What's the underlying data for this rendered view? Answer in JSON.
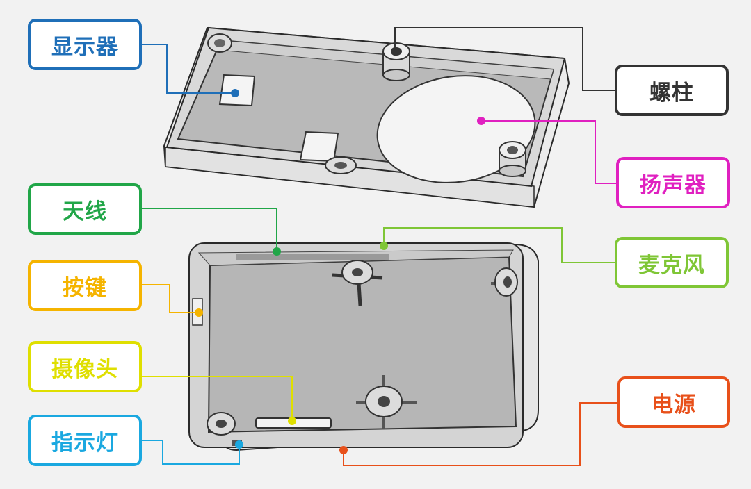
{
  "labels": {
    "display": {
      "text": "显示器",
      "color": "#1f6fb8"
    },
    "screw_post": {
      "text": "螺柱",
      "color": "#333333"
    },
    "speaker": {
      "text": "扬声器",
      "color": "#e020c0"
    },
    "antenna": {
      "text": "天线",
      "color": "#21a648"
    },
    "microphone": {
      "text": "麦克风",
      "color": "#7fc636"
    },
    "button": {
      "text": "按键",
      "color": "#f5b400"
    },
    "camera": {
      "text": "摄像头",
      "color": "#dfdf00"
    },
    "power": {
      "text": "电源",
      "color": "#e8501a"
    },
    "indicator": {
      "text": "指示灯",
      "color": "#1aa8e0"
    }
  }
}
